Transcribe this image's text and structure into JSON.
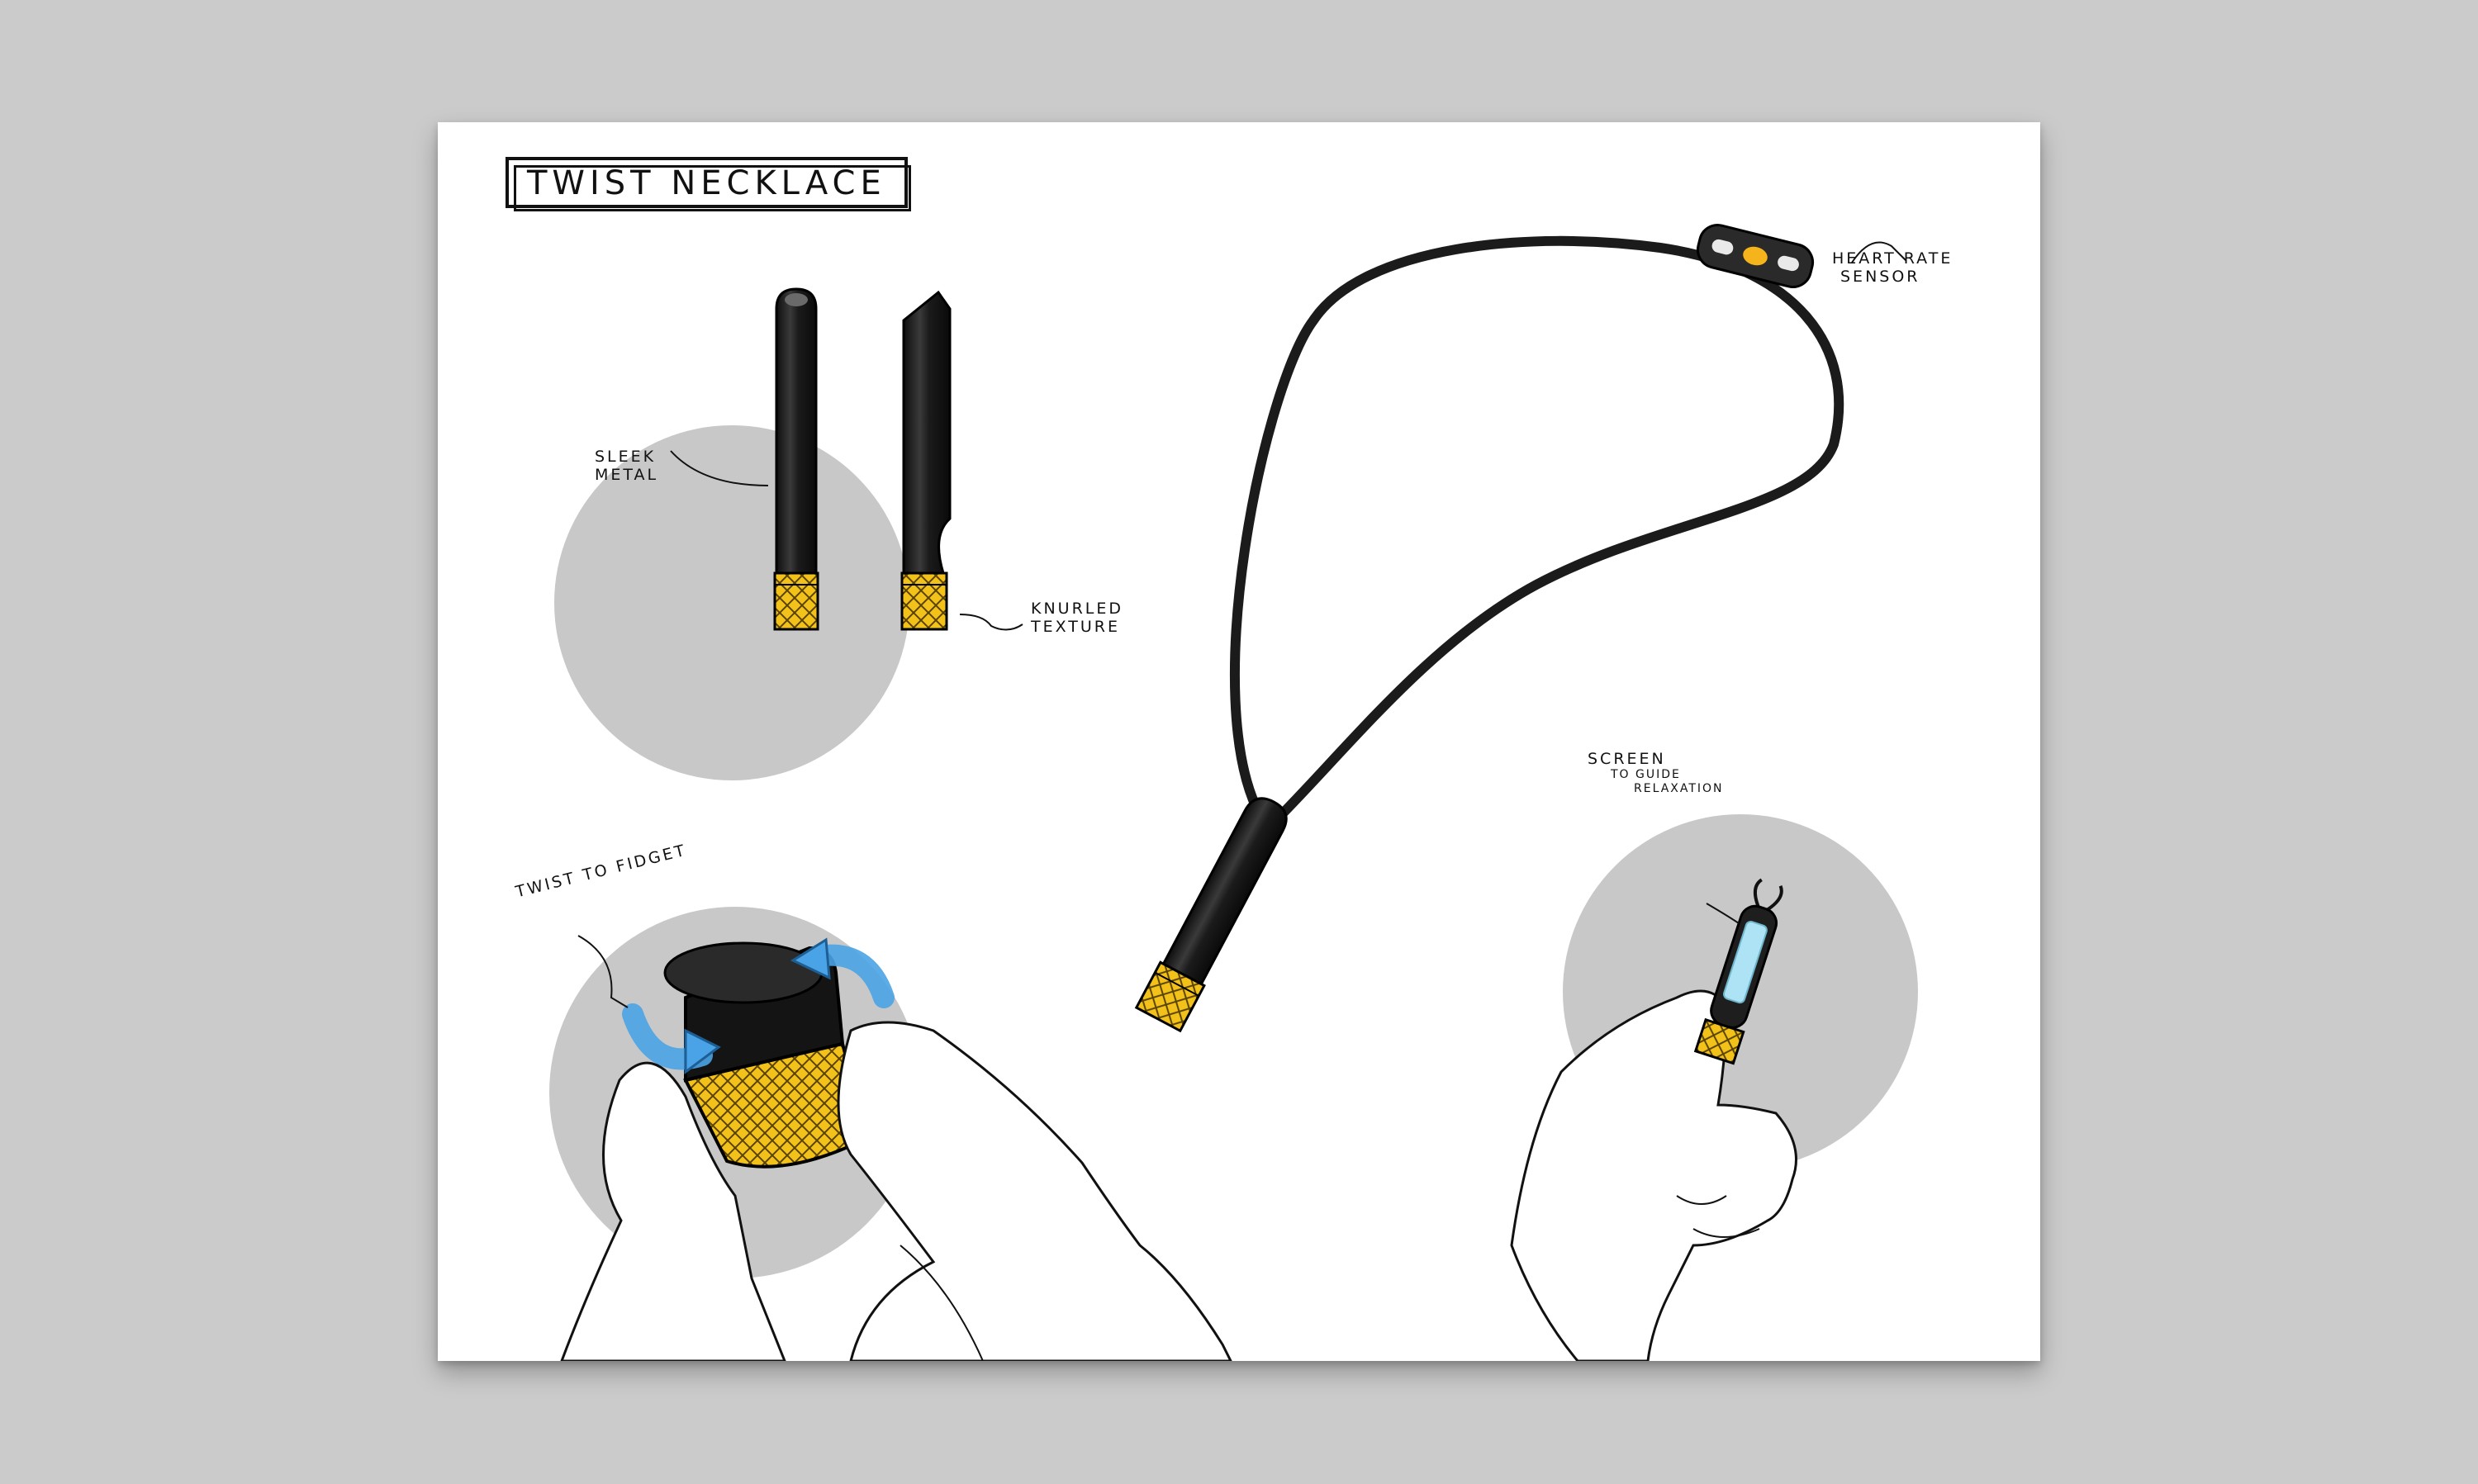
{
  "title": "TWIST NECKLACE",
  "labels": {
    "sleek_metal": [
      "SLEEK",
      "METAL"
    ],
    "knurled_texture": [
      "KNURLED",
      "TEXTURE"
    ],
    "heart_rate_sensor": [
      "HEART RATE",
      "SENSOR"
    ],
    "screen_guide": [
      "SCREEN",
      "TO GUIDE",
      "RELAXATION"
    ],
    "twist_to_fidget": "TWIST TO FIDGET"
  },
  "colors": {
    "background": "#cbcbcb",
    "sheet": "#ffffff",
    "metal_dark": "#1c1c1c",
    "knurl_gold": "#f2c21b",
    "circle_gray": "#c8c8c8",
    "arrow_blue": "#4aa3e6",
    "screen_blue": "#aee3f5",
    "sensor_dot": "#f5b41c"
  }
}
